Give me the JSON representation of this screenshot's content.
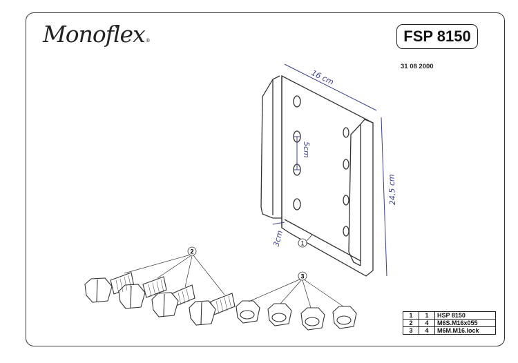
{
  "brand": {
    "name": "Monoflex",
    "mark": "®"
  },
  "product_code": "FSP 8150",
  "date": "31 08 2000",
  "annotations": {
    "width": "16 cm",
    "height": "24,5 cm",
    "hole_spacing": "5cm",
    "edge": "3cm"
  },
  "callouts": {
    "plate": "1",
    "bolts": "2",
    "nuts": "3"
  },
  "parts": [
    {
      "item": "1",
      "qty": "1",
      "desc": "HSP 8150"
    },
    {
      "item": "2",
      "qty": "4",
      "desc": "M6S.M16x055"
    },
    {
      "item": "3",
      "qty": "4",
      "desc": "M6M.M16.lock"
    }
  ],
  "colors": {
    "line": "#333333",
    "ink": "#3a3f8f"
  }
}
